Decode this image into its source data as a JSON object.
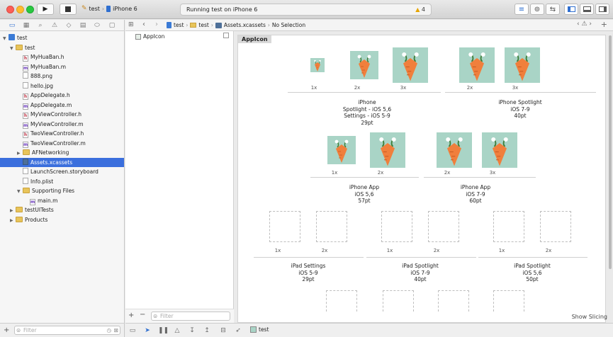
{
  "toolbar": {
    "scheme_target": "test",
    "scheme_device": "iPhone 6",
    "status_text": "Running test on iPhone 6",
    "warning_count": "4"
  },
  "navigator": {
    "items": [
      {
        "label": "test",
        "kind": "project",
        "depth": 0,
        "disclosure": "open"
      },
      {
        "label": "test",
        "kind": "folder",
        "depth": 1,
        "disclosure": "open"
      },
      {
        "label": "MyHuaBan.h",
        "kind": "h",
        "depth": 2
      },
      {
        "label": "MyHuaBan.m",
        "kind": "m",
        "depth": 2
      },
      {
        "label": "888.png",
        "kind": "file",
        "depth": 2
      },
      {
        "label": "hello.jpg",
        "kind": "file",
        "depth": 2
      },
      {
        "label": "AppDelegate.h",
        "kind": "h",
        "depth": 2
      },
      {
        "label": "AppDelegate.m",
        "kind": "m",
        "depth": 2
      },
      {
        "label": "MyViewController.h",
        "kind": "h",
        "depth": 2
      },
      {
        "label": "MyViewController.m",
        "kind": "m",
        "depth": 2
      },
      {
        "label": "TwoViewController.h",
        "kind": "h",
        "depth": 2
      },
      {
        "label": "TwoViewController.m",
        "kind": "m",
        "depth": 2
      },
      {
        "label": "AFNetworking",
        "kind": "folder",
        "depth": 2,
        "disclosure": "closed"
      },
      {
        "label": "Assets.xcassets",
        "kind": "assets",
        "depth": 2,
        "selected": true
      },
      {
        "label": "LaunchScreen.storyboard",
        "kind": "file",
        "depth": 2
      },
      {
        "label": "Info.plist",
        "kind": "file",
        "depth": 2
      },
      {
        "label": "Supporting Files",
        "kind": "folder",
        "depth": 2,
        "disclosure": "open"
      },
      {
        "label": "main.m",
        "kind": "m",
        "depth": 3
      },
      {
        "label": "testUITests",
        "kind": "folder",
        "depth": 1,
        "disclosure": "closed"
      },
      {
        "label": "Products",
        "kind": "folder",
        "depth": 1,
        "disclosure": "closed"
      }
    ],
    "filter_placeholder": "Filter"
  },
  "jumpbar": {
    "crumbs": [
      "test",
      "test",
      "Assets.xcassets",
      "No Selection"
    ]
  },
  "outline": {
    "item": "AppIcon",
    "filter_placeholder": "Filter"
  },
  "asset": {
    "title": "AppIcon",
    "show_slicing": "Show Slicing",
    "groups": [
      {
        "lines": [
          "iPhone",
          "Spotlight - iOS 5,6",
          "Settings - iOS 5-9",
          "29pt"
        ],
        "scales": [
          "1x",
          "2x",
          "3x"
        ]
      },
      {
        "lines": [
          "iPhone Spotlight",
          "iOS 7-9",
          "40pt"
        ],
        "scales": [
          "2x",
          "3x"
        ]
      },
      {
        "lines": [
          "iPhone App",
          "iOS 5,6",
          "57pt"
        ],
        "scales": [
          "1x",
          "2x"
        ]
      },
      {
        "lines": [
          "iPhone App",
          "iOS 7-9",
          "60pt"
        ],
        "scales": [
          "2x",
          "3x"
        ]
      },
      {
        "lines": [
          "iPad Settings",
          "iOS 5-9",
          "29pt"
        ],
        "scales": [
          "1x",
          "2x"
        ]
      },
      {
        "lines": [
          "iPad Spotlight",
          "iOS 7-9",
          "40pt"
        ],
        "scales": [
          "1x",
          "2x"
        ]
      },
      {
        "lines": [
          "iPad Spotlight",
          "iOS 5,6",
          "50pt"
        ],
        "scales": [
          "1x",
          "2x"
        ]
      }
    ]
  },
  "debug_bar": {
    "process": "test"
  }
}
